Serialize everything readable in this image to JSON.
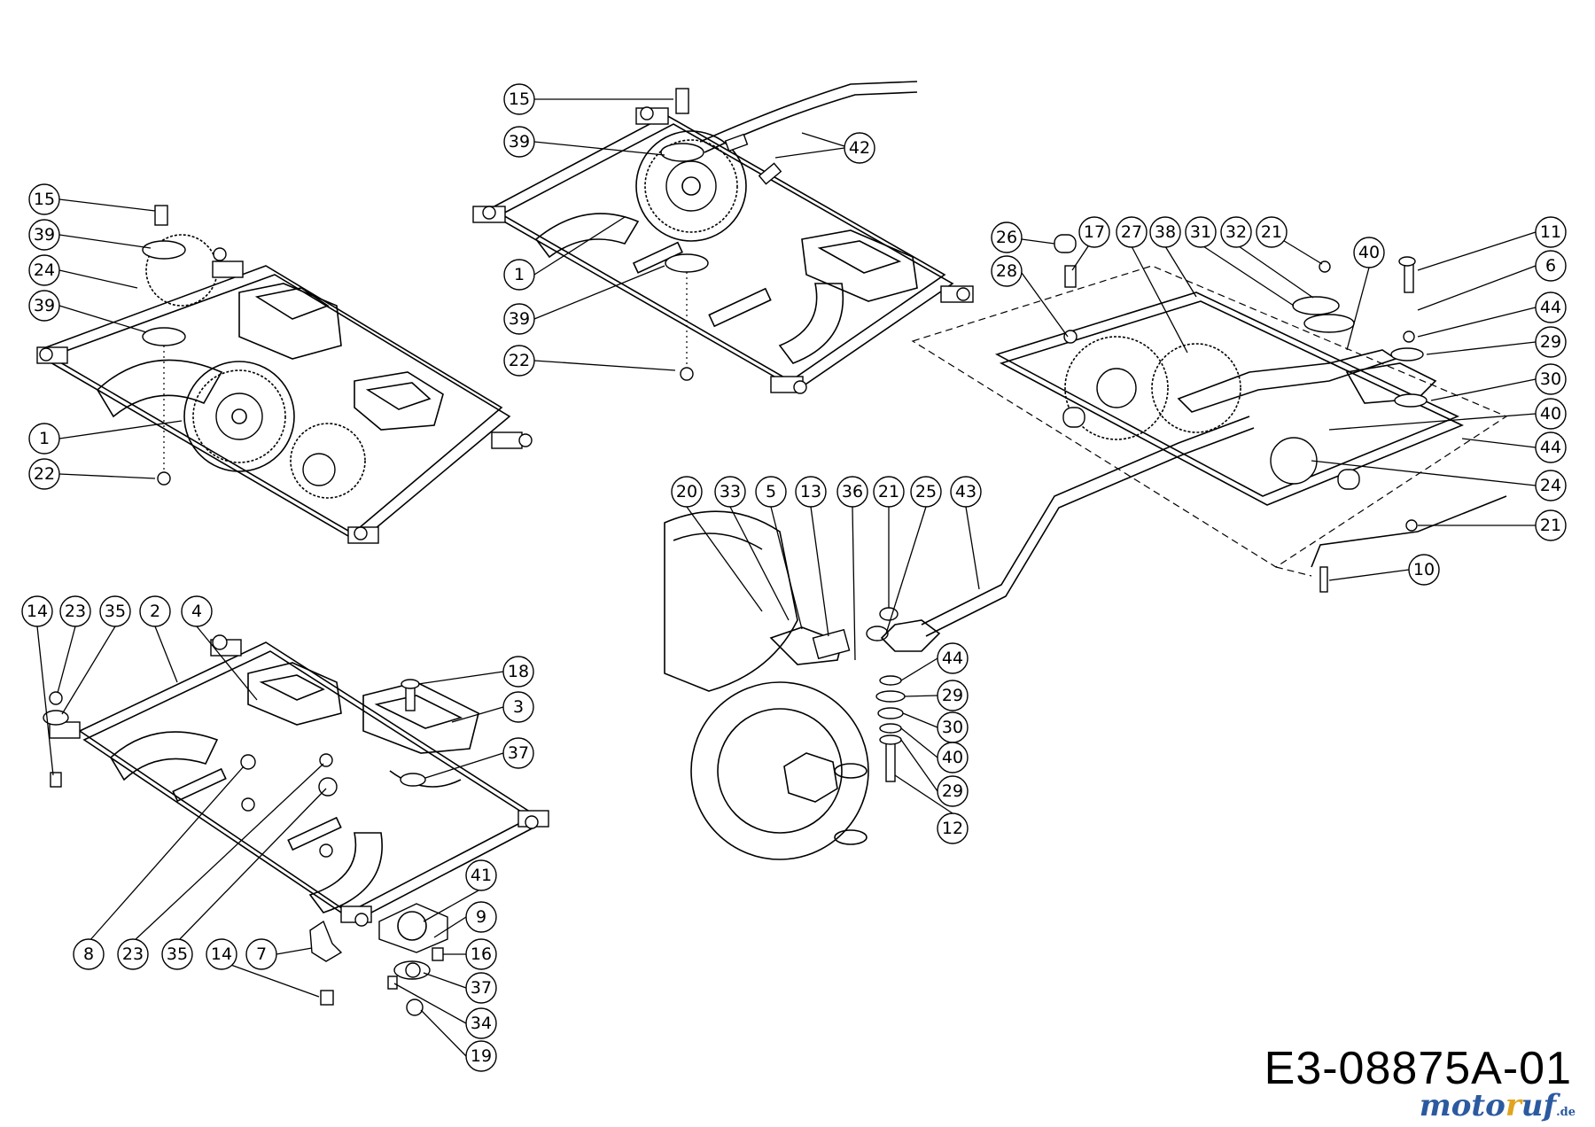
{
  "drawing_code": "E3-08875A-01",
  "watermark": {
    "part1": "moto",
    "part2": "r",
    "part3": "uf",
    "part4": ".de"
  },
  "callouts": [
    {
      "id": "c1",
      "label": "15"
    },
    {
      "id": "c2",
      "label": "39"
    },
    {
      "id": "c3",
      "label": "24"
    },
    {
      "id": "c4",
      "label": "39"
    },
    {
      "id": "c5",
      "label": "1"
    },
    {
      "id": "c6",
      "label": "22"
    },
    {
      "id": "c7",
      "label": "15"
    },
    {
      "id": "c8",
      "label": "39"
    },
    {
      "id": "c9",
      "label": "42"
    },
    {
      "id": "c10",
      "label": "1"
    },
    {
      "id": "c11",
      "label": "39"
    },
    {
      "id": "c12",
      "label": "22"
    },
    {
      "id": "c13",
      "label": "26"
    },
    {
      "id": "c14",
      "label": "17"
    },
    {
      "id": "c15",
      "label": "27"
    },
    {
      "id": "c16",
      "label": "38"
    },
    {
      "id": "c17",
      "label": "31"
    },
    {
      "id": "c18",
      "label": "32"
    },
    {
      "id": "c19",
      "label": "21"
    },
    {
      "id": "c20",
      "label": "40"
    },
    {
      "id": "c21",
      "label": "11"
    },
    {
      "id": "c22",
      "label": "6"
    },
    {
      "id": "c23",
      "label": "28"
    },
    {
      "id": "c24",
      "label": "44"
    },
    {
      "id": "c25",
      "label": "29"
    },
    {
      "id": "c26",
      "label": "30"
    },
    {
      "id": "c27",
      "label": "40"
    },
    {
      "id": "c28",
      "label": "44"
    },
    {
      "id": "c29",
      "label": "24"
    },
    {
      "id": "c30",
      "label": "21"
    },
    {
      "id": "c31",
      "label": "10"
    },
    {
      "id": "c32",
      "label": "20"
    },
    {
      "id": "c33",
      "label": "33"
    },
    {
      "id": "c34",
      "label": "5"
    },
    {
      "id": "c35",
      "label": "13"
    },
    {
      "id": "c36",
      "label": "36"
    },
    {
      "id": "c37",
      "label": "21"
    },
    {
      "id": "c38",
      "label": "25"
    },
    {
      "id": "c39",
      "label": "43"
    },
    {
      "id": "c40",
      "label": "44"
    },
    {
      "id": "c41",
      "label": "29"
    },
    {
      "id": "c42",
      "label": "30"
    },
    {
      "id": "c43",
      "label": "40"
    },
    {
      "id": "c44",
      "label": "29"
    },
    {
      "id": "c45",
      "label": "12"
    },
    {
      "id": "c46",
      "label": "14"
    },
    {
      "id": "c47",
      "label": "23"
    },
    {
      "id": "c48",
      "label": "35"
    },
    {
      "id": "c49",
      "label": "2"
    },
    {
      "id": "c50",
      "label": "4"
    },
    {
      "id": "c51",
      "label": "18"
    },
    {
      "id": "c52",
      "label": "3"
    },
    {
      "id": "c53",
      "label": "37"
    },
    {
      "id": "c54",
      "label": "41"
    },
    {
      "id": "c55",
      "label": "9"
    },
    {
      "id": "c56",
      "label": "16"
    },
    {
      "id": "c57",
      "label": "37"
    },
    {
      "id": "c58",
      "label": "34"
    },
    {
      "id": "c59",
      "label": "19"
    },
    {
      "id": "c60",
      "label": "8"
    },
    {
      "id": "c61",
      "label": "23"
    },
    {
      "id": "c62",
      "label": "35"
    },
    {
      "id": "c63",
      "label": "14"
    },
    {
      "id": "c64",
      "label": "7"
    }
  ]
}
